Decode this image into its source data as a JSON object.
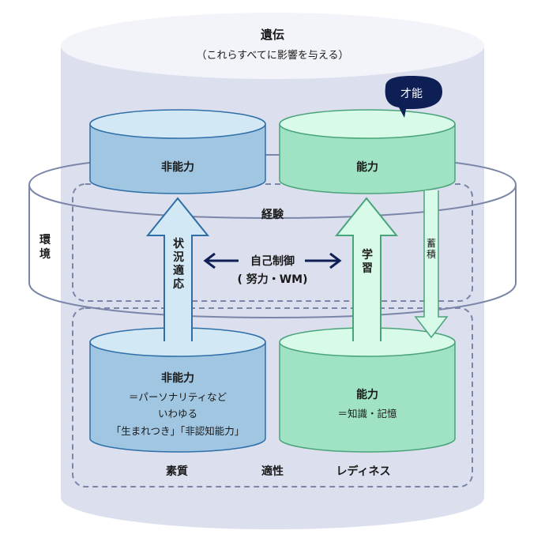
{
  "heredity": {
    "title": "遺伝",
    "subtitle": "（これらすべてに影響を与える）"
  },
  "talent_bubble": {
    "label": "才能"
  },
  "environment": {
    "label_chars": [
      "環",
      "境"
    ]
  },
  "experience": {
    "label": "経験"
  },
  "top_cylinders": {
    "non_cognitive": {
      "label": "非能力"
    },
    "cognitive": {
      "label": "能力"
    }
  },
  "bottom_cylinders": {
    "non_cognitive": {
      "label": "非能力",
      "lines": [
        "＝パーソナリティなど",
        "いわゆる",
        "「生まれつき」「非認知能力」"
      ]
    },
    "cognitive": {
      "label": "能力",
      "lines": [
        "＝知識・記憶"
      ]
    }
  },
  "arrows": {
    "situational_adaptation": {
      "label_chars": [
        "状",
        "況",
        "適",
        "応"
      ]
    },
    "learning": {
      "label_chars": [
        "学",
        "習"
      ]
    },
    "accumulation": {
      "label_chars": [
        "蓄",
        "積"
      ]
    },
    "self_control": {
      "label": "自己制御",
      "sublabel": "( 努力・WM)"
    }
  },
  "footer_labels": [
    "素質",
    "適性",
    "レディネス"
  ],
  "colors": {
    "heredity_body": "#dcdfee",
    "heredity_top": "#f3f4fa",
    "blue_body": "#a0c6e2",
    "blue_top": "#d3e8f5",
    "blue_stroke": "#2f6fa8",
    "green_body": "#9fe2c4",
    "green_top": "#d8fbe9",
    "green_stroke": "#4aa47a",
    "ring_stroke": "#7b85a8",
    "dash_stroke": "#7b85a8",
    "navy": "#0d1f55"
  }
}
